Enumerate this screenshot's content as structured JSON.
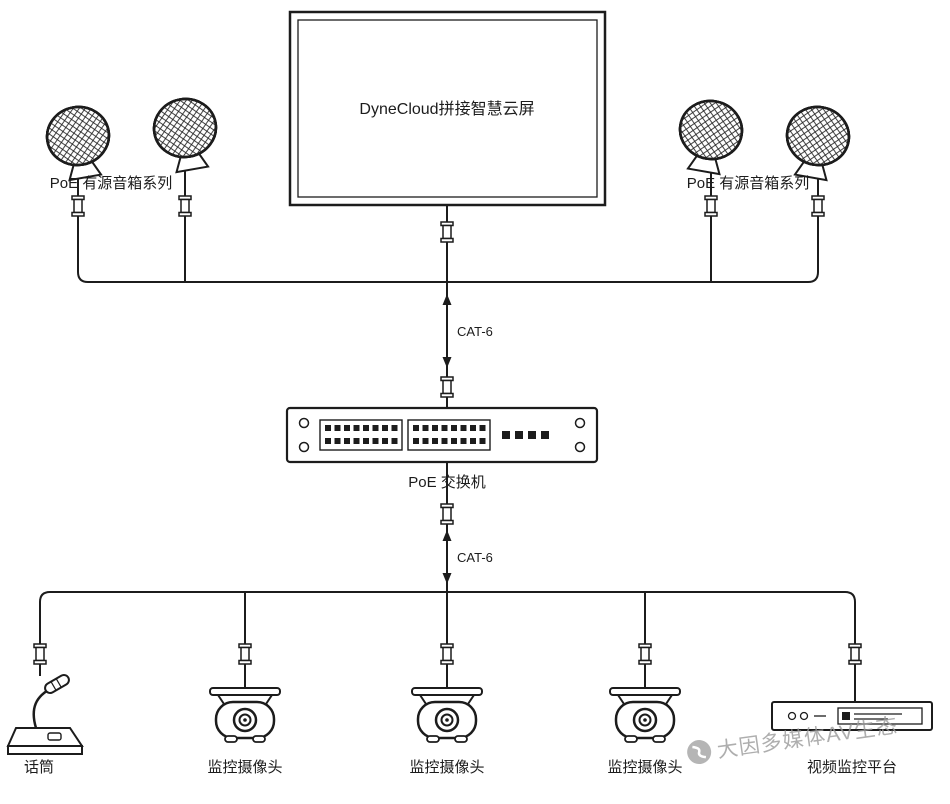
{
  "diagram": {
    "screen_label": "DyneCloud拼接智慧云屏",
    "speakers_left_label": "PoE 有源音箱系列",
    "speakers_right_label": "PoE 有源音箱系列",
    "cable_top_label": "CAT-6",
    "cable_bottom_label": "CAT-6",
    "switch_label": "PoE 交换机",
    "microphone_label": "话筒",
    "camera1_label": "监控摄像头",
    "camera2_label": "监控摄像头",
    "camera3_label": "监控摄像头",
    "platform_label": "视频监控平台",
    "watermark_text": "大因多媒体AV生态",
    "line_color": "#1c1c1c"
  }
}
